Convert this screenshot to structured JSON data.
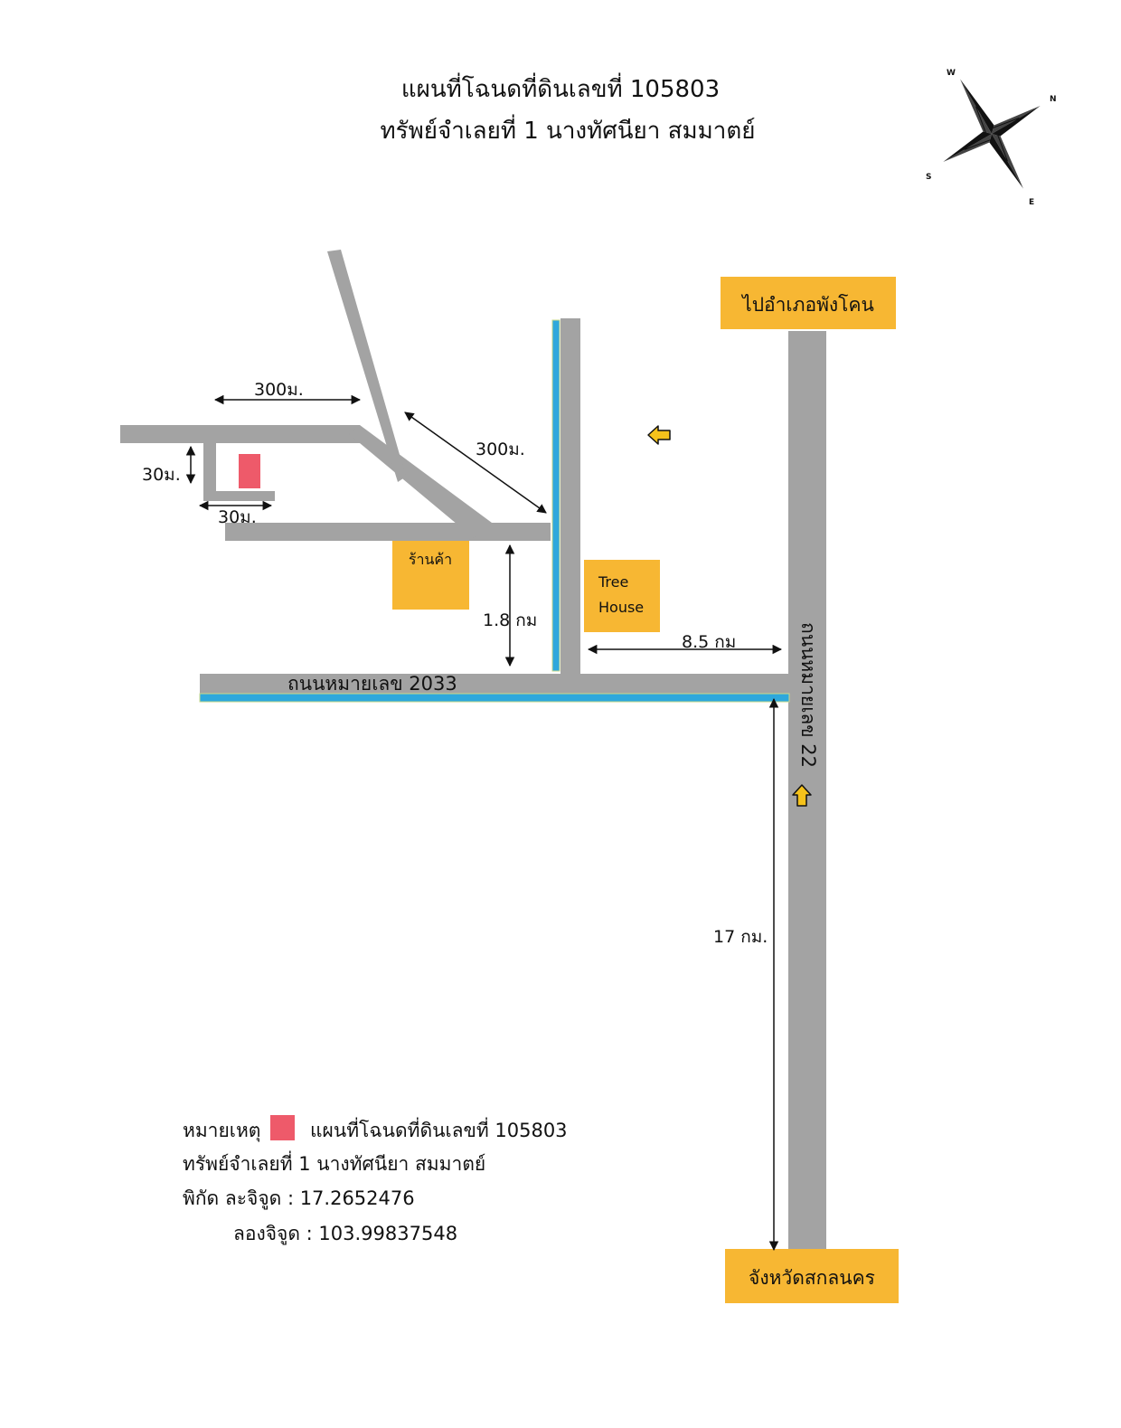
{
  "header": {
    "title_line1": "แผนที่โฉนดที่ดินเลขที่ 105803",
    "title_line2": "ทรัพย์จำเลยที่ 1 นางทัศนียา  สมมาตย์"
  },
  "compass": {
    "w": "W",
    "n": "N",
    "s": "S",
    "e": "E"
  },
  "places": {
    "to_phang_khon": "ไปอำเภอพังโคน",
    "sakon_nakhon": "จังหวัดสกลนคร",
    "shop": "ร้านค้า",
    "tree_house_1": "Tree",
    "tree_house_2": "House"
  },
  "roads": {
    "road_2033": "ถนนหมายเลข 2033",
    "road_22": "ถนนหมายเลข 22"
  },
  "distances": {
    "top_300": "300ม.",
    "diag_300": "300ม.",
    "plot_30_v": "30ม.",
    "plot_30_h": "30ม.",
    "d_1_8": "1.8 กม",
    "d_8_5": "8.5 กม",
    "d_17": "17 กม."
  },
  "legend": {
    "label": "หมายเหตุ",
    "line1": "แผนที่โฉนดที่ดินเลขที่ 105803",
    "line2": "ทรัพย์จำเลยที่ 1 นางทัศนียา  สมมาตย์",
    "lat": "พิกัด ละจิจูด : 17.2652476",
    "lng": "ลองจิจูด : 103.99837548"
  },
  "colors": {
    "road": "#a3a3a3",
    "canal": "#2ea8dc",
    "label_box": "#f7b733",
    "plot": "#ee5a6a",
    "arrow": "#f5c21b"
  }
}
